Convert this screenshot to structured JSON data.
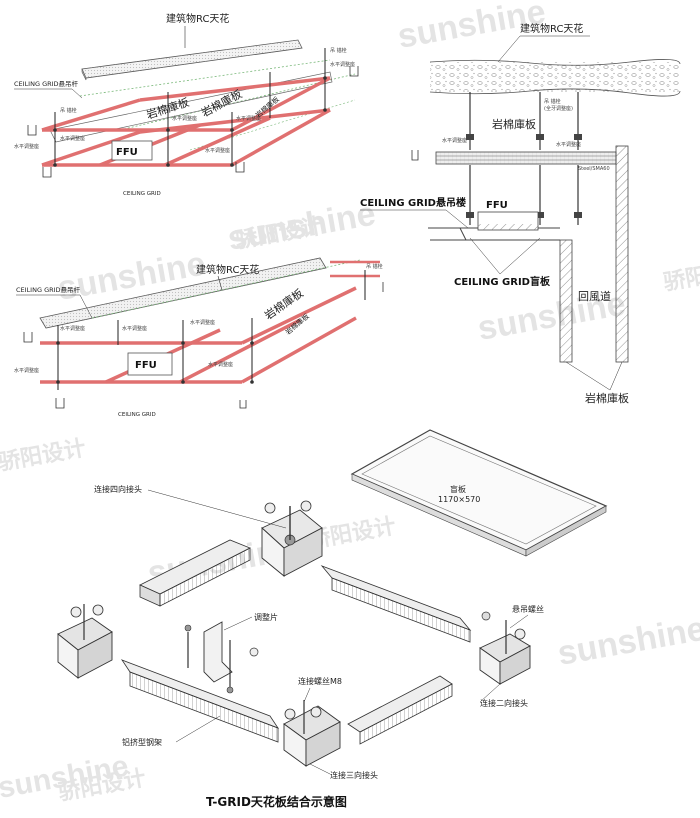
{
  "watermark": {
    "brand": "sunshine",
    "cn": "骄阳设计"
  },
  "panel_a": {
    "rc_ceiling": "建筑物RC天花",
    "grid_hanger": "CEILING  GRID悬吊杆",
    "rockwool": "岩棉庫板",
    "ffu": "FFU",
    "grid": "CEILING   GRID"
  },
  "panel_b": {
    "rc_ceiling": "建筑物RC天花",
    "grid_hanger": "CEILING  GRID悬吊杆",
    "rockwool": "岩棉庫板",
    "ffu": "FFU",
    "grid": "CEILING   GRID"
  },
  "panel_c": {
    "rc_ceiling": "建筑物RC天花",
    "rockwool_top": "岩棉庫板",
    "grid_hanger": "CEILING  GRID悬吊楼",
    "ffu": "FFU",
    "blind_plate": "CEILING  GRID盲板",
    "return_air": "回風道",
    "rockwool_bottom": "岩棉庫板"
  },
  "panel_d": {
    "blind_label": "盲板",
    "blind_size": "1170×570",
    "four_way": "连接四向接头",
    "adjust": "调整片",
    "hanger_screw": "悬吊螺丝",
    "m8": "连接螺丝M8",
    "two_way": "连接二向接头",
    "profile": "铝挤型钢架",
    "three_way": "连接三向接头"
  },
  "footer": {
    "title": "T-GRID天花板结合示意图"
  }
}
